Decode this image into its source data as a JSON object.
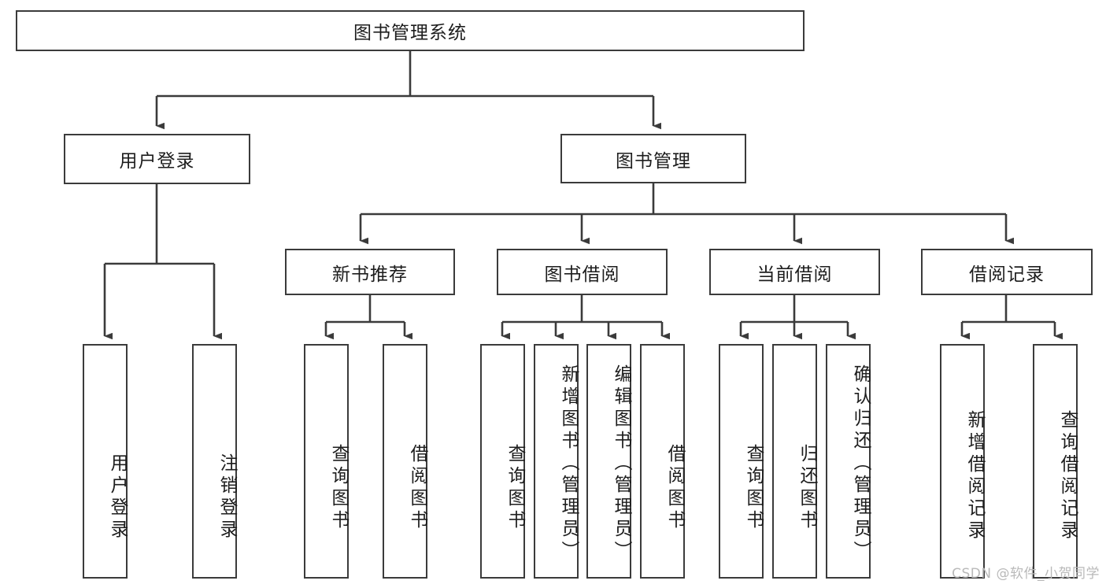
{
  "diagram": {
    "type": "tree-hierarchy",
    "title": "图书管理系统",
    "watermark": "CSDN @软件_小贺同学",
    "line_color": "#3b3b3b",
    "box_fill": "#ffffff",
    "text_color": "#1d1d1d",
    "nodes": {
      "root": {
        "label": "图书管理系统",
        "orientation": "horizontal"
      },
      "level2": [
        {
          "label": "用户登录",
          "orientation": "horizontal"
        },
        {
          "label": "图书管理",
          "orientation": "horizontal"
        }
      ],
      "level3": [
        {
          "label": "新书推荐",
          "orientation": "horizontal"
        },
        {
          "label": "图书借阅",
          "orientation": "horizontal"
        },
        {
          "label": "当前借阅",
          "orientation": "horizontal"
        },
        {
          "label": "借阅记录",
          "orientation": "horizontal"
        }
      ],
      "leaves_user_login": [
        {
          "label": "用户登录",
          "orientation": "vertical"
        },
        {
          "label": "注销登录",
          "orientation": "vertical"
        }
      ],
      "leaves_new_book": [
        {
          "label": "查询图书",
          "orientation": "vertical"
        },
        {
          "label": "借阅图书",
          "orientation": "vertical"
        }
      ],
      "leaves_borrow": [
        {
          "label": "查询图书",
          "orientation": "vertical"
        },
        {
          "label": "新增图书（管理员）",
          "orientation": "vertical"
        },
        {
          "label": "编辑图书（管理员）",
          "orientation": "vertical"
        },
        {
          "label": "借阅图书",
          "orientation": "vertical"
        }
      ],
      "leaves_current": [
        {
          "label": "查询图书",
          "orientation": "vertical"
        },
        {
          "label": "归还图书",
          "orientation": "vertical"
        },
        {
          "label": "确认归还（管理员）",
          "orientation": "vertical"
        }
      ],
      "leaves_record": [
        {
          "label": "新增借阅记录",
          "orientation": "vertical"
        },
        {
          "label": "查询借阅记录",
          "orientation": "vertical"
        }
      ]
    }
  }
}
